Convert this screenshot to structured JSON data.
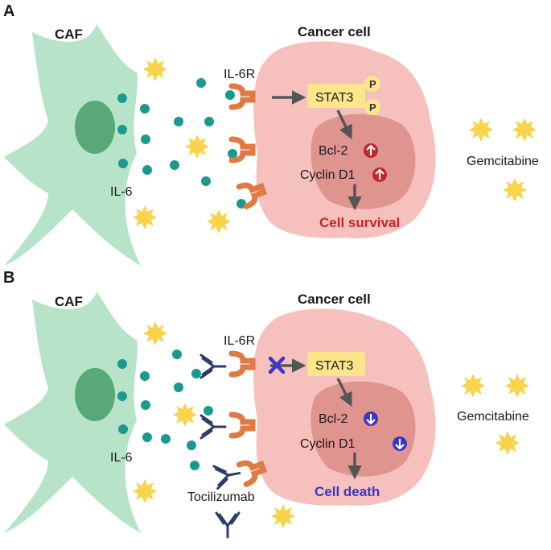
{
  "panels": [
    {
      "letter": "A",
      "caf_label": "CAF",
      "cancer_label": "Cancer cell",
      "il6_label": "IL-6",
      "il6r_label": "IL-6R",
      "stat3_label": "STAT3",
      "phospho_label": "P",
      "bcl2_label": "Bcl-2",
      "cyclin_label": "Cyclin D1",
      "outcome_label": "Cell survival",
      "drug_label": "Gemcitabine",
      "arrow_direction": "up",
      "outcome_color": "#c0262c"
    },
    {
      "letter": "B",
      "caf_label": "CAF",
      "cancer_label": "Cancer cell",
      "il6_label": "IL-6",
      "il6r_label": "IL-6R",
      "stat3_label": "STAT3",
      "bcl2_label": "Bcl-2",
      "cyclin_label": "Cyclin D1",
      "outcome_label": "Cell death",
      "drug_label": "Gemcitabine",
      "antibody_label": "Tocilizumab",
      "arrow_direction": "down",
      "outcome_color": "#3a35c8",
      "block_icon": "blue-x-icon"
    }
  ],
  "colors": {
    "caf": "#b7e4c8",
    "caf_nucleus": "#5aa878",
    "cancer_cell": "#f6c1bd",
    "cancer_nucleus": "#e09490",
    "il6_dot": "#1a9a8e",
    "receptor": "#e07a45",
    "stat3_box": "#fde58a",
    "star": "#f8d44c",
    "antibody": "#2b3c6e"
  }
}
